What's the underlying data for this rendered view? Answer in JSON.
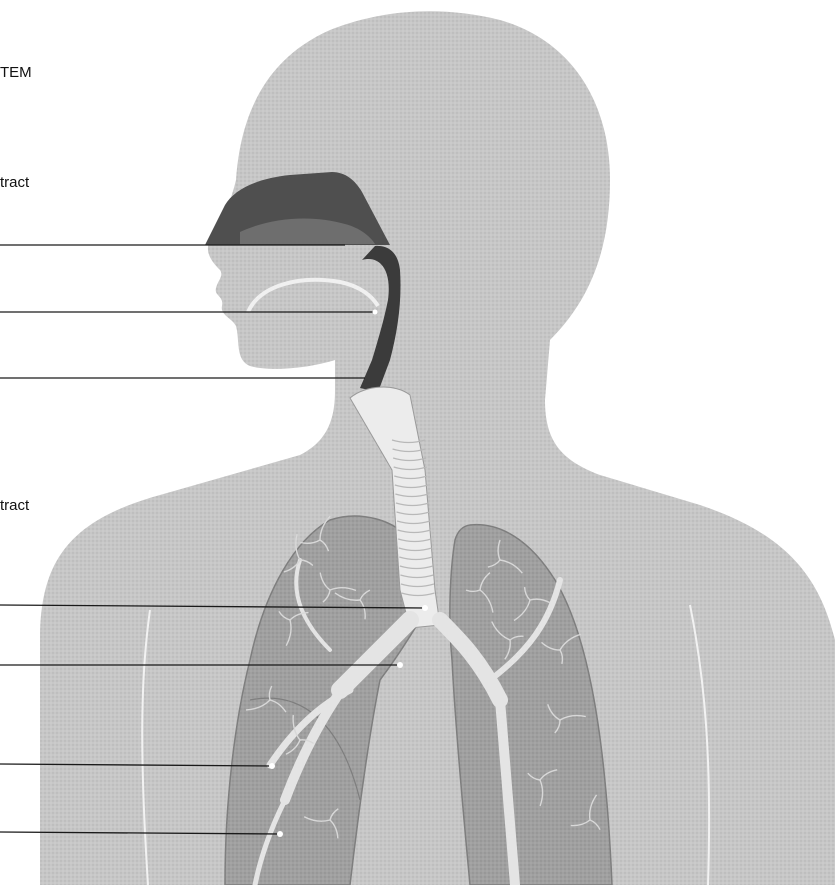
{
  "labels": {
    "title_fragment": "TEM",
    "upper_tract_fragment": "tract",
    "lower_tract_fragment": "tract"
  },
  "colors": {
    "background": "#ffffff",
    "body_silhouette": "#c6c6c6",
    "lungs": "#9e9e9e",
    "lung_lobe_edge": "#7e7e7e",
    "nasal_cavity": "#4f4f4f",
    "pharynx": "#3a3a3a",
    "trachea": "#ececec",
    "bronchi": "#dcdcdc",
    "leader_lines": "#1a1a1a"
  }
}
